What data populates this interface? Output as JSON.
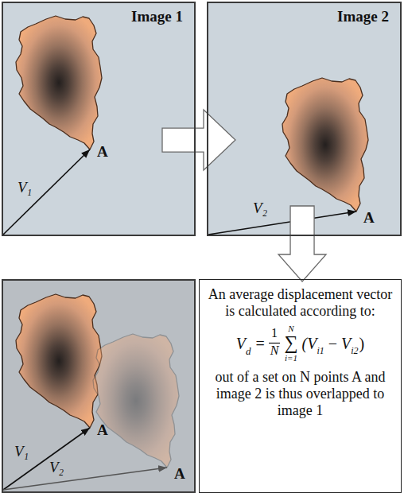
{
  "diagram": {
    "nodes": [
      {
        "text": [
          "Image 1"
        ]
      },
      {
        "text": [
          "Image 2"
        ]
      },
      {
        "text": [
          "An average displacement vector is calculated according to:",
          "V",
          "d",
          "=",
          "1",
          "N",
          "N",
          "∑",
          "i=1",
          "(V",
          "i1",
          "−",
          "V",
          "i2",
          ")",
          "out of a set on N points A and image 2 is thus overlapped to image 1"
        ]
      }
    ],
    "edges": [
      {
        "from": 0,
        "to": 1,
        "arrow": "to"
      },
      {
        "from": 1,
        "to": 2,
        "arrow": "to"
      }
    ],
    "labels": [
      "V₁",
      "A",
      "V₂",
      "A",
      "V₁",
      "A",
      "V₂",
      "A"
    ]
  }
}
